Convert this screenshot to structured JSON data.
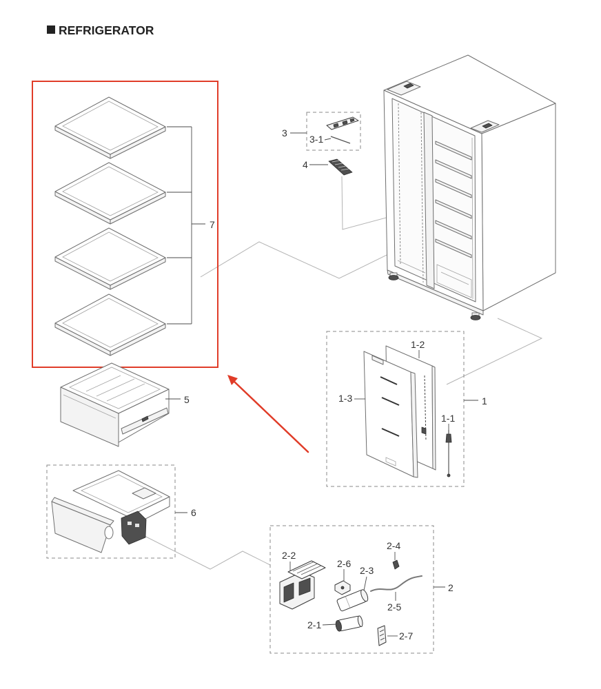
{
  "title": "REFRIGERATOR",
  "colors": {
    "highlight": "#e03c28",
    "label_text": "#333333"
  },
  "callouts": {
    "item_7": "7",
    "item_5": "5",
    "item_6": "6",
    "item_3": "3",
    "item_3_1": "3-1",
    "item_4": "4",
    "item_1": "1",
    "item_1_1": "1-1",
    "item_1_2": "1-2",
    "item_1_3": "1-3",
    "item_2": "2",
    "item_2_1": "2-1",
    "item_2_2": "2-2",
    "item_2_3": "2-3",
    "item_2_4": "2-4",
    "item_2_5": "2-5",
    "item_2_6": "2-6",
    "item_2_7": "2-7"
  }
}
